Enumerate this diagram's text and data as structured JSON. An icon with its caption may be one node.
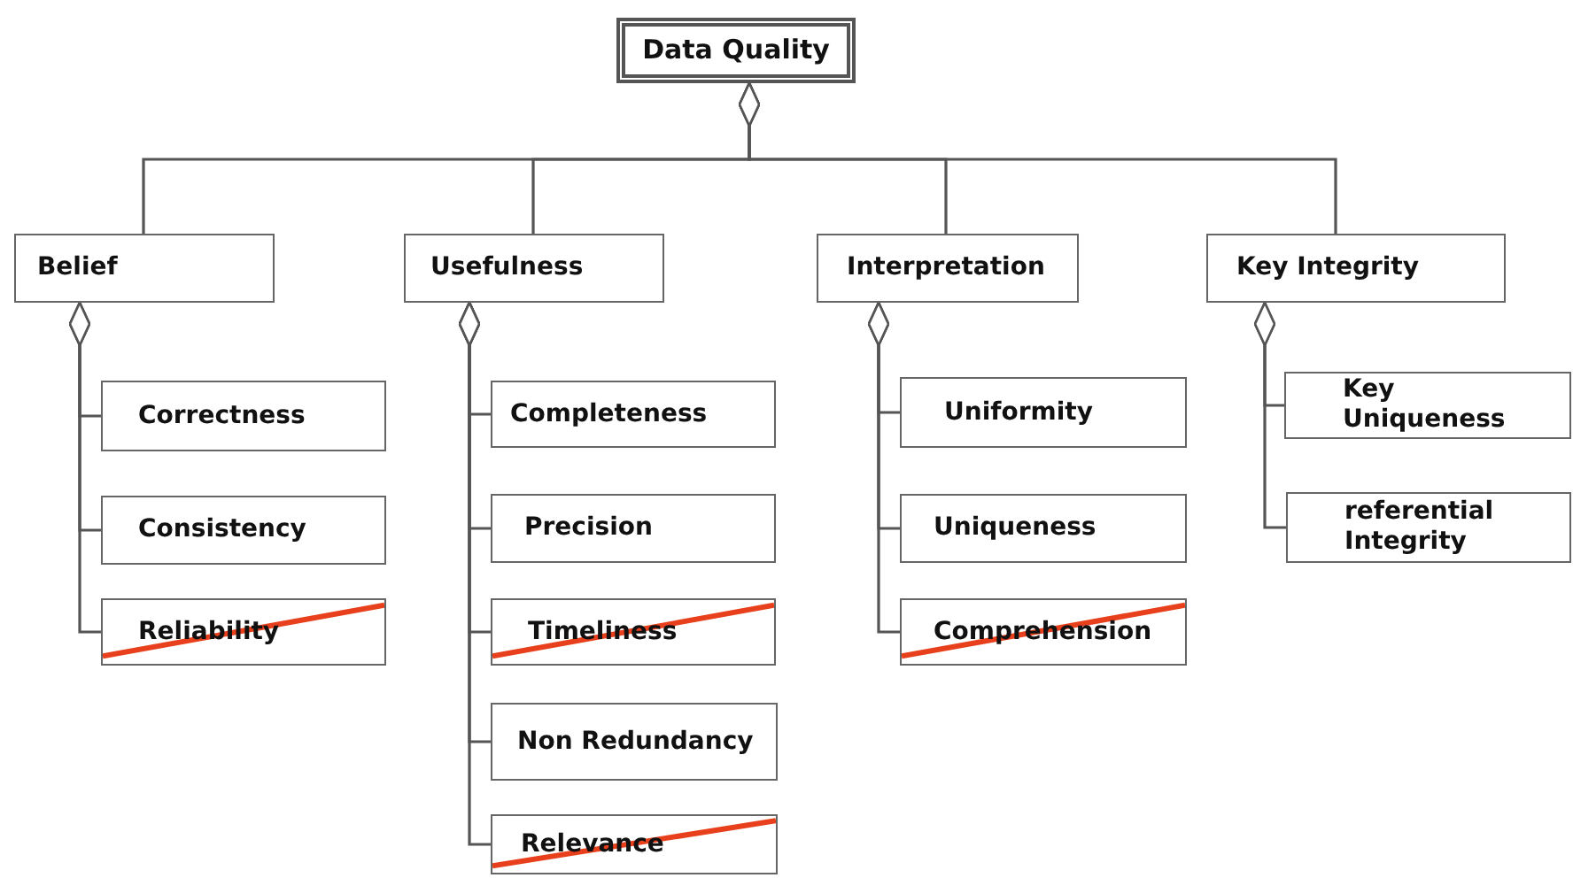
{
  "diagram": {
    "nodes": [
      {
        "text": [
          "Data Quality"
        ]
      },
      {
        "text": [
          "Belief"
        ]
      },
      {
        "text": [
          "Usefulness"
        ]
      },
      {
        "text": [
          "Interpretation"
        ]
      },
      {
        "text": [
          "Key Integrity"
        ]
      },
      {
        "text": [
          "Correctness"
        ]
      },
      {
        "text": [
          "Consistency"
        ]
      },
      {
        "text": [
          "Reliability"
        ]
      },
      {
        "text": [
          "Completeness"
        ]
      },
      {
        "text": [
          "Precision"
        ]
      },
      {
        "text": [
          "Timeliness"
        ]
      },
      {
        "text": [
          "Non Redundancy"
        ]
      },
      {
        "text": [
          "Relevance"
        ]
      },
      {
        "text": [
          "Uniformity"
        ]
      },
      {
        "text": [
          "Uniqueness"
        ]
      },
      {
        "text": [
          "Comprehension"
        ]
      },
      {
        "text": [
          "Key Uniqueness"
        ]
      },
      {
        "text": [
          "referential Integrity"
        ]
      }
    ],
    "edges": [
      {
        "from": 0,
        "to": 1,
        "arrow": "other"
      },
      {
        "from": 0,
        "to": 2,
        "arrow": "other"
      },
      {
        "from": 0,
        "to": 3,
        "arrow": "other"
      },
      {
        "from": 0,
        "to": 4,
        "arrow": "other"
      },
      {
        "from": 1,
        "to": 5,
        "arrow": "other"
      },
      {
        "from": 1,
        "to": 6,
        "arrow": "other"
      },
      {
        "from": 1,
        "to": 7,
        "arrow": "other"
      },
      {
        "from": 2,
        "to": 8,
        "arrow": "other"
      },
      {
        "from": 2,
        "to": 9,
        "arrow": "other"
      },
      {
        "from": 2,
        "to": 10,
        "arrow": "other"
      },
      {
        "from": 2,
        "to": 11,
        "arrow": "other"
      },
      {
        "from": 2,
        "to": 12,
        "arrow": "other"
      },
      {
        "from": 3,
        "to": 13,
        "arrow": "other"
      },
      {
        "from": 3,
        "to": 14,
        "arrow": "other"
      },
      {
        "from": 3,
        "to": 15,
        "arrow": "other"
      },
      {
        "from": 4,
        "to": 16,
        "arrow": "other"
      },
      {
        "from": 4,
        "to": 17,
        "arrow": "other"
      }
    ]
  }
}
